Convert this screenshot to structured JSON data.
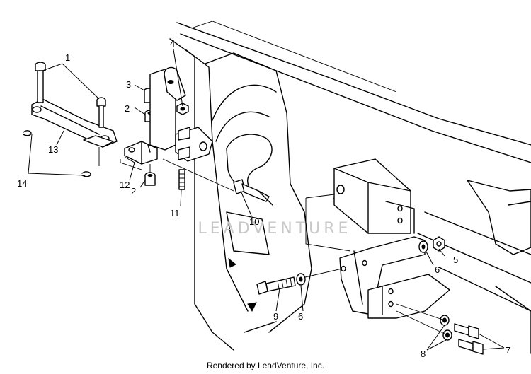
{
  "diagram": {
    "watermark": "LEADVENTURE",
    "footer": "Rendered by LeadVenture, Inc.",
    "callouts": {
      "c1": "1",
      "c2a": "2",
      "c2b": "2",
      "c3": "3",
      "c4": "4",
      "c5": "5",
      "c6a": "6",
      "c6b": "6",
      "c7": "7",
      "c8": "8",
      "c9": "9",
      "c10": "10",
      "c11": "11",
      "c12": "12",
      "c13": "13",
      "c14": "14"
    }
  }
}
